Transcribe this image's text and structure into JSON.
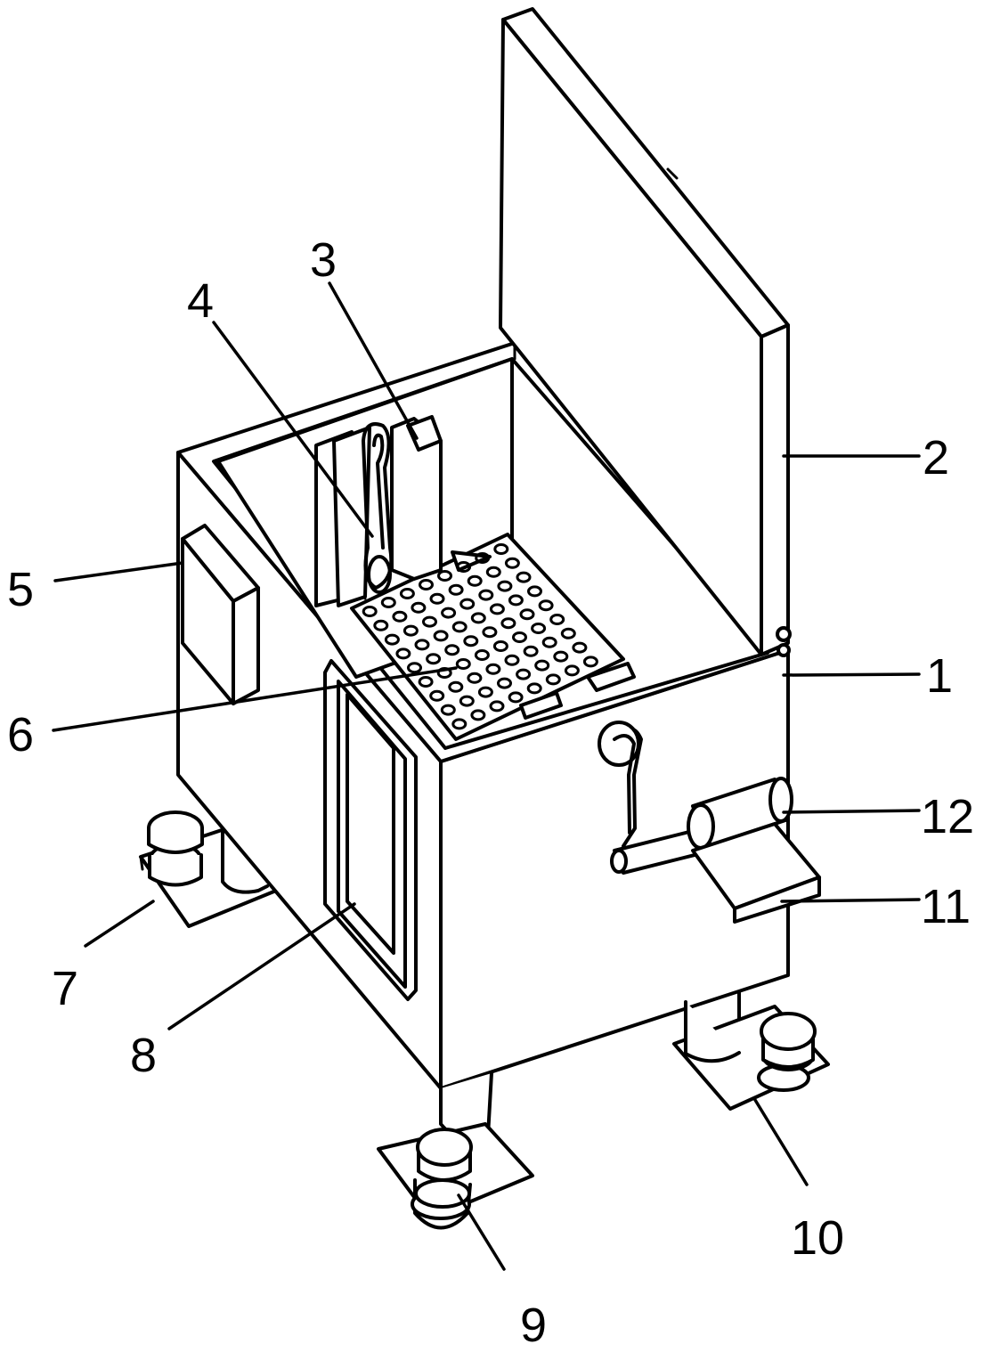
{
  "figure": {
    "background": "#ffffff",
    "stroke": "#000000"
  },
  "callouts": [
    {
      "id": "1",
      "text": "1"
    },
    {
      "id": "2",
      "text": "2"
    },
    {
      "id": "3",
      "text": "3"
    },
    {
      "id": "4",
      "text": "4"
    },
    {
      "id": "5",
      "text": "5"
    },
    {
      "id": "6",
      "text": "6"
    },
    {
      "id": "7",
      "text": "7"
    },
    {
      "id": "8",
      "text": "8"
    },
    {
      "id": "9",
      "text": "9"
    },
    {
      "id": "10",
      "text": "10"
    },
    {
      "id": "11",
      "text": "11"
    },
    {
      "id": "12",
      "text": "12"
    }
  ]
}
